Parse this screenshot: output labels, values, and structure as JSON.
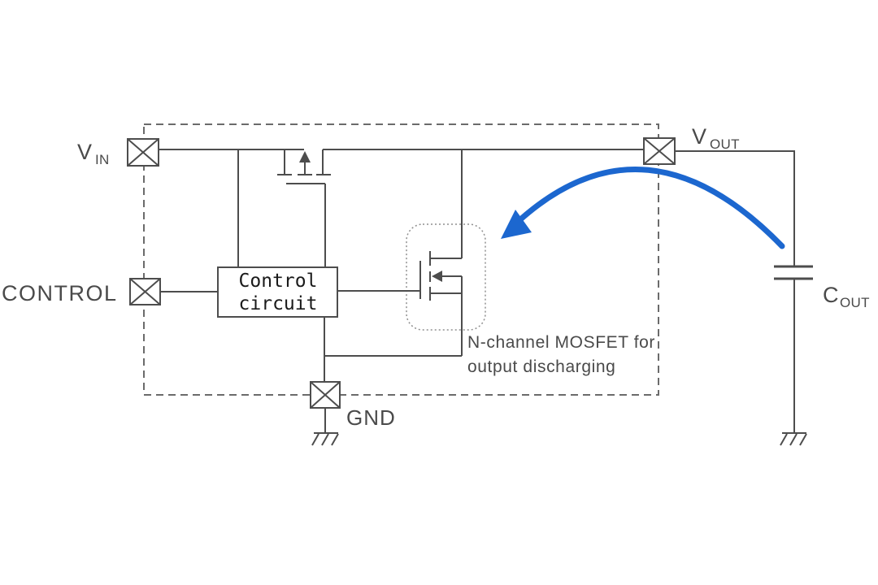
{
  "diagram": {
    "pins": {
      "vin": {
        "main": "V",
        "sub": "IN"
      },
      "control": {
        "label": "CONTROL"
      },
      "vout": {
        "main": "V",
        "sub": "OUT"
      },
      "gnd": {
        "label": "GND"
      }
    },
    "components": {
      "control_circuit": {
        "line1": "Control",
        "line2": "circuit"
      },
      "output_capacitor": {
        "main": "C",
        "sub": "OUT"
      },
      "nmos_note": {
        "line1": "N-channel MOSFET for",
        "line2": "output discharging"
      }
    },
    "colors": {
      "background": "#ffffff",
      "wire": "#4d4d4d",
      "boundary": "#6b6b6b",
      "dotted_box": "#8f8f8f",
      "text": "#4a4a4a",
      "accent_blue": "#1c67cf"
    }
  }
}
